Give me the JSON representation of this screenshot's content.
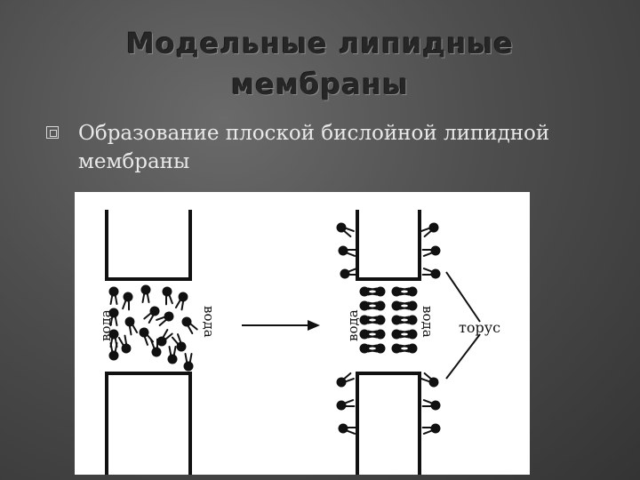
{
  "slide": {
    "title_line1": "Модельные липидные",
    "title_line2": "мембраны",
    "bullet_text": "Образование плоской бислойной липидной мембраны"
  },
  "figure": {
    "labels": {
      "water": "вода",
      "torus": "торус"
    }
  }
}
